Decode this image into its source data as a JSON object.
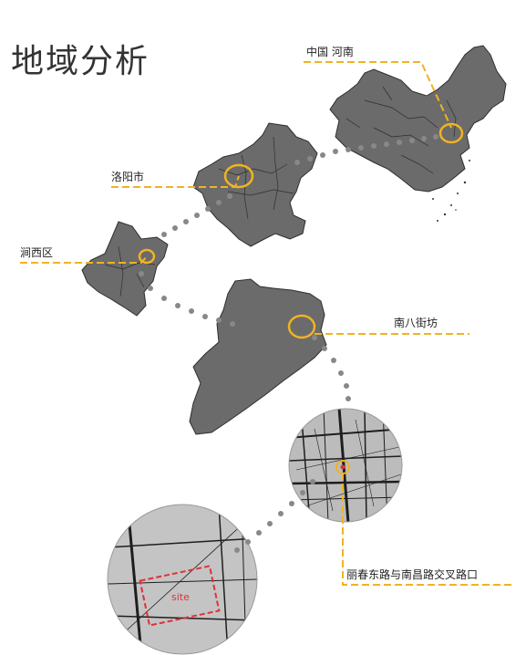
{
  "title": "地域分析",
  "labels": {
    "china": "中国  河南",
    "luoyang": "洛阳市",
    "jianxi": "涧西区",
    "nanba": "南八街坊",
    "crossing": "丽春东路与南昌路交叉路口"
  },
  "site_label": "site",
  "colors": {
    "map_fill": "#6b6b6b",
    "map_stroke": "#3a3a3a",
    "accent": "#f0b323",
    "dots": "#888888",
    "site": "#e0303a"
  }
}
